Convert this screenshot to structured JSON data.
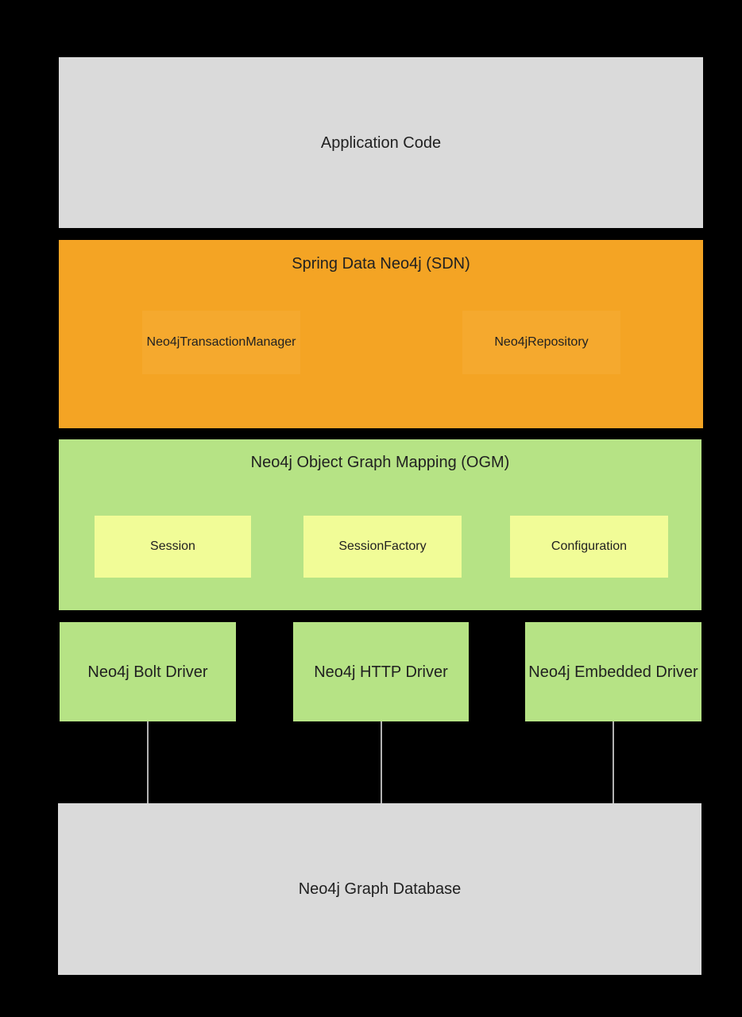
{
  "diagram": {
    "description": "Spring Data Neo4j architecture layers",
    "colors": {
      "background": "#000000",
      "gray_layer": "#dadada",
      "sdn_layer": "#f4a424",
      "sdn_inner": "#f5a92e",
      "green_layer": "#b6e385",
      "ogm_inner": "#f1fc97",
      "connector_line": "#b3b3b3",
      "text": "#212121"
    },
    "layers": {
      "application": {
        "label": "Application Code"
      },
      "sdn": {
        "title": "Spring Data Neo4j (SDN)",
        "components": [
          {
            "label": "Neo4jTransactionManager"
          },
          {
            "label": "Neo4jRepository"
          }
        ]
      },
      "ogm": {
        "title": "Neo4j Object Graph Mapping (OGM)",
        "components": [
          {
            "label": "Session"
          },
          {
            "label": "SessionFactory"
          },
          {
            "label": "Configuration"
          }
        ]
      },
      "drivers": [
        {
          "label": "Neo4j Bolt Driver"
        },
        {
          "label": "Neo4j HTTP Driver"
        },
        {
          "label": "Neo4j Embedded Driver"
        }
      ],
      "database": {
        "label": "Neo4j Graph Database"
      }
    }
  }
}
